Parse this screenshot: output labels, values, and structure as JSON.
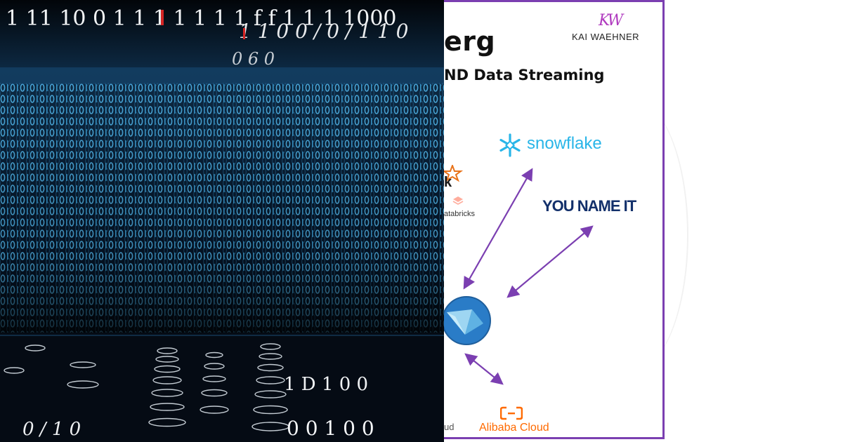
{
  "left_art": {
    "top_line": "1 11 10 0 1 1 1 1 1 1 1 f f 1 1 1 1000",
    "second_line": "1 1 0 0 / 0 / 1 1 0",
    "third_line": "0 6 0",
    "bottom_right_line": "0 0 1 0 0",
    "bottom_left_line": "0 / 1 0",
    "mid_right_line": "1 D 1 0 0"
  },
  "card": {
    "title_fragment": "erg",
    "subtitle_fragment": "ND Data Streaming",
    "author_logo": {
      "mark": "KW",
      "name": "KAI WAEHNER"
    },
    "logos": {
      "snowflake": "snowflake",
      "you_name_it": "YOU NAME IT",
      "databricks_fragment": "atabricks",
      "kafka_fragment": "k",
      "alibaba": "Alibaba Cloud",
      "cloud_fragment": "ud"
    },
    "colors": {
      "border": "#7b3fb1",
      "arrow": "#7b3fb1",
      "snowflake": "#29b5e8",
      "alibaba": "#ff6a00",
      "you_name_it": "#13306b"
    }
  }
}
